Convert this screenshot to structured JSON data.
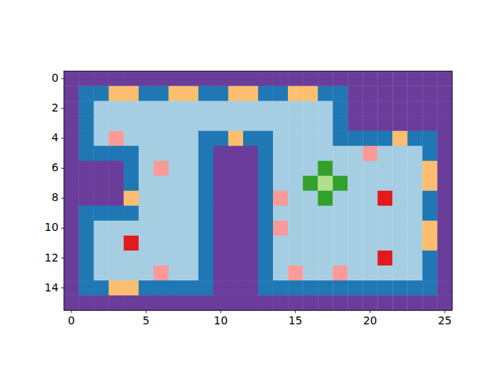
{
  "diagram": {
    "labels": [
      "0",
      "2",
      "4",
      "6",
      "8",
      "10",
      "12",
      "14",
      "0",
      "5",
      "10",
      "15",
      "20",
      "25"
    ]
  }
}
